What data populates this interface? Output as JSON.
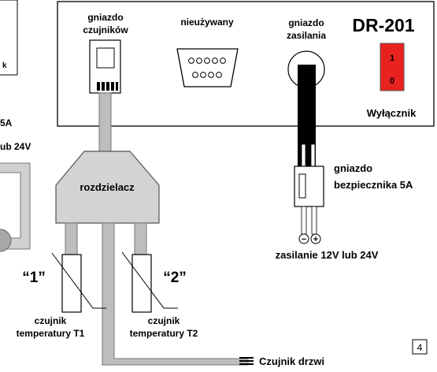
{
  "device": {
    "model": "DR-201",
    "ports": {
      "sensors": [
        "gniazdo",
        "czujników"
      ],
      "unused": "nieużywany",
      "power": [
        "gniazdo",
        "zasilania"
      ]
    },
    "switch": {
      "top": "1",
      "bottom": "0",
      "label": "Wyłącznik"
    }
  },
  "splitter": {
    "label": "rozdzielacz"
  },
  "fuse": {
    "label": [
      "gniazdo",
      "bezpiecznika 5A"
    ]
  },
  "power_supply": {
    "minus": "−",
    "plus": "+",
    "label": "zasilanie 12V lub 24V"
  },
  "sensors": [
    {
      "number": "“1”",
      "label": [
        "czujnik",
        "temperatury T1"
      ]
    },
    {
      "number": "“2”",
      "label": [
        "czujnik",
        "temperatury T2"
      ]
    }
  ],
  "door_sensor": {
    "label": "Czujnik drzwi"
  },
  "left_fragment": {
    "line1": "k",
    "line2": "5A",
    "line3": "ub 24V"
  },
  "page_number": "4",
  "colors": {
    "switch_red": "#e8221e",
    "splitter_gray": "#d3d3d3",
    "cable_gray": "#bdbdbd"
  }
}
